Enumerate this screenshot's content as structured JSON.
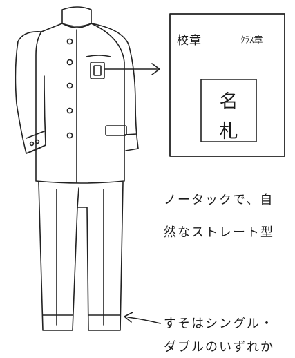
{
  "badge_panel": {
    "school_badge_label": "校章",
    "class_badge_label": "ｸﾗｽ章",
    "name_tag_line1": "名",
    "name_tag_line2": "札"
  },
  "notes": {
    "trousers_line1": "ノータックで、自",
    "trousers_line2": "然なストレート型",
    "hem_line1": "すそはシングル・",
    "hem_line2": "ダブルのいずれか"
  }
}
